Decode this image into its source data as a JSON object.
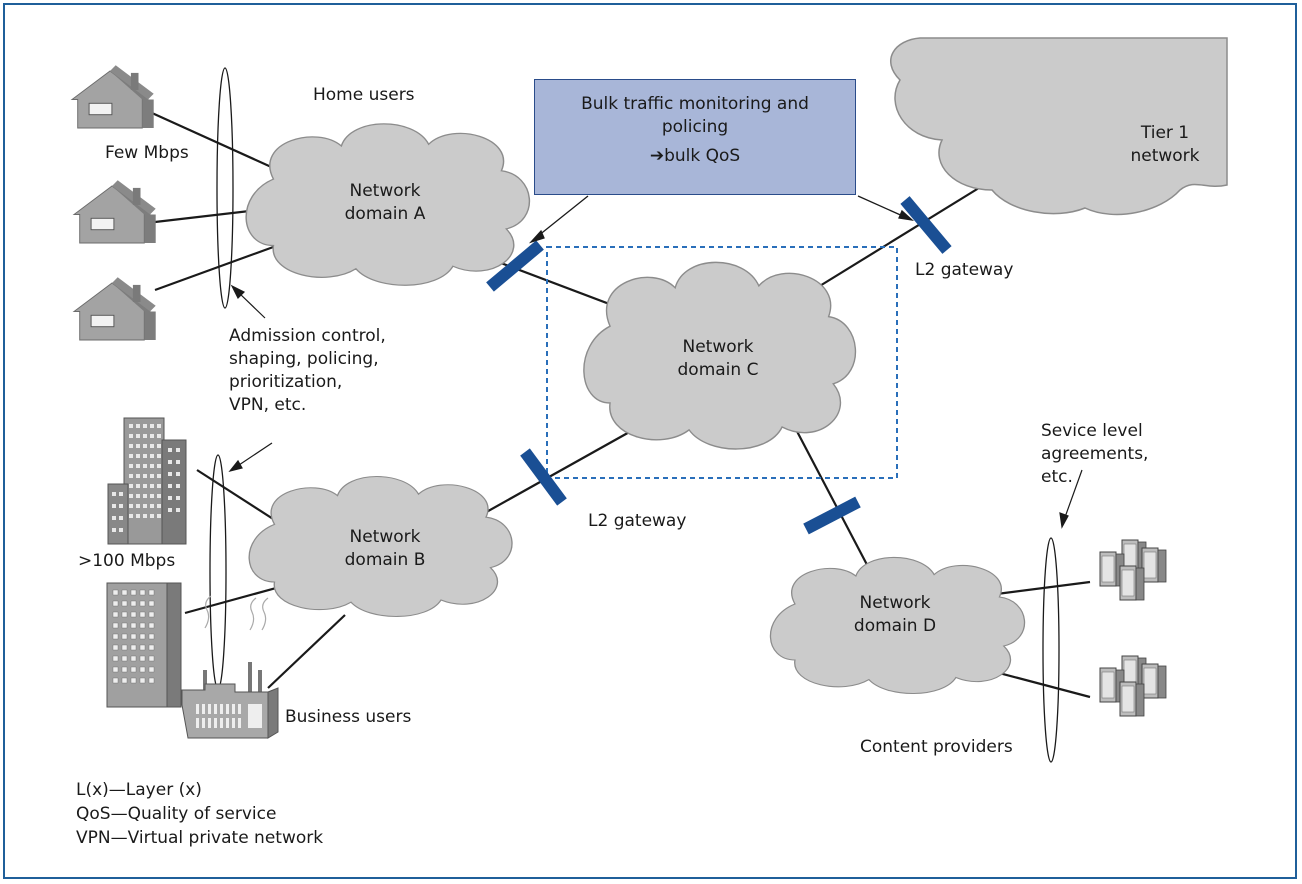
{
  "colors": {
    "frame": "#1f5f9a",
    "cloud_fill": "#cbcbcb",
    "cloud_stroke": "#8c8c8c",
    "gateway": "#1a4f94",
    "policy_fill": "#a8b6d8",
    "dashed_region": "#2a6fba",
    "link": "#1a1a1a"
  },
  "labels": {
    "home_users": "Home users",
    "few_mbps": "Few Mbps",
    "admission": [
      "Admission control,",
      "shaping, policing,",
      "prioritization,",
      "VPN, etc."
    ],
    "hundred_mbps": ">100 Mbps",
    "business_users": "Business users",
    "l2_gateway_top": "L2 gateway",
    "l2_gateway_mid": "L2 gateway",
    "sla": [
      "Sevice level",
      "agreements,",
      "etc."
    ],
    "content_providers": "Content providers"
  },
  "policy_box": {
    "line1": "Bulk traffic monitoring and",
    "line2": "policing",
    "arrow_glyph": "➔",
    "line3": "bulk QoS"
  },
  "clouds": {
    "a": [
      "Network",
      "domain A"
    ],
    "b": [
      "Network",
      "domain B"
    ],
    "c": [
      "Network",
      "domain C"
    ],
    "d": [
      "Network",
      "domain D"
    ],
    "tier1": [
      "Tier 1",
      "network"
    ]
  },
  "legend": [
    "L(x)—Layer (x)",
    "QoS—Quality of service",
    "VPN—Virtual private network"
  ],
  "icons": {
    "house": "house-icon",
    "office": "office-building-icon",
    "factory": "factory-icon",
    "server": "server-rack-icon",
    "gateway": "gateway-bar-icon"
  }
}
